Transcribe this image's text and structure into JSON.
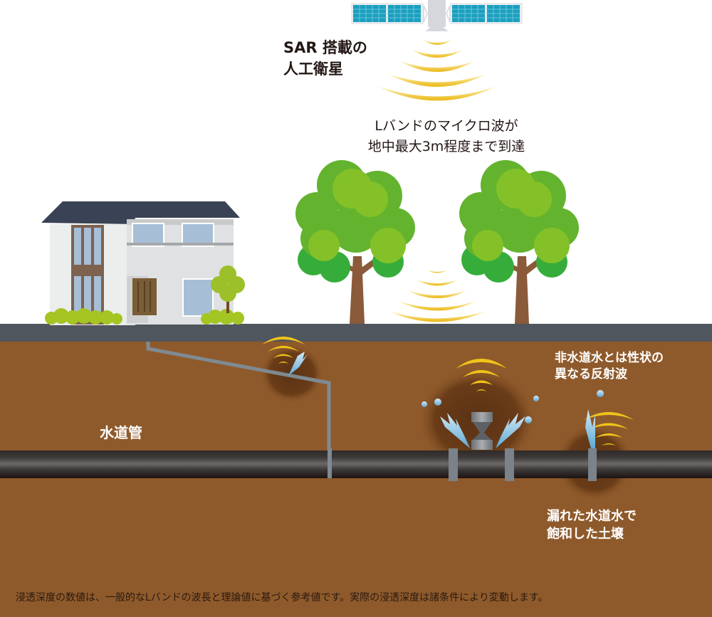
{
  "satellite": {
    "label_line1": "SAR 搭載の",
    "label_line2": "人工衛星",
    "icon": "satellite-icon"
  },
  "microwave_note": {
    "line1": "Lバンドのマイクロ波が",
    "line2": "地中最大3m程度まで到達"
  },
  "pipe": {
    "label": "水道管"
  },
  "reflection_note": {
    "line1": "非水道水とは性状の",
    "line2": "異なる反射波"
  },
  "saturated_soil_note": {
    "line1": "漏れた水道水で",
    "line2": "飽和した土壌"
  },
  "footnote": "浸透深度の数値は、一般的なLバンドの波長と理論値に基づく参考値です。実際の浸透深度は諸条件により変動します。",
  "colors": {
    "soil": "#8f5a2b",
    "road": "#4f565e",
    "pipe": "#2f2a28",
    "wave": "#f0c419",
    "tree_green": "#6dbb35",
    "trunk": "#8a5a3a",
    "solar_panel": "#1a9fbf",
    "wet_soil": "#5e3516"
  }
}
